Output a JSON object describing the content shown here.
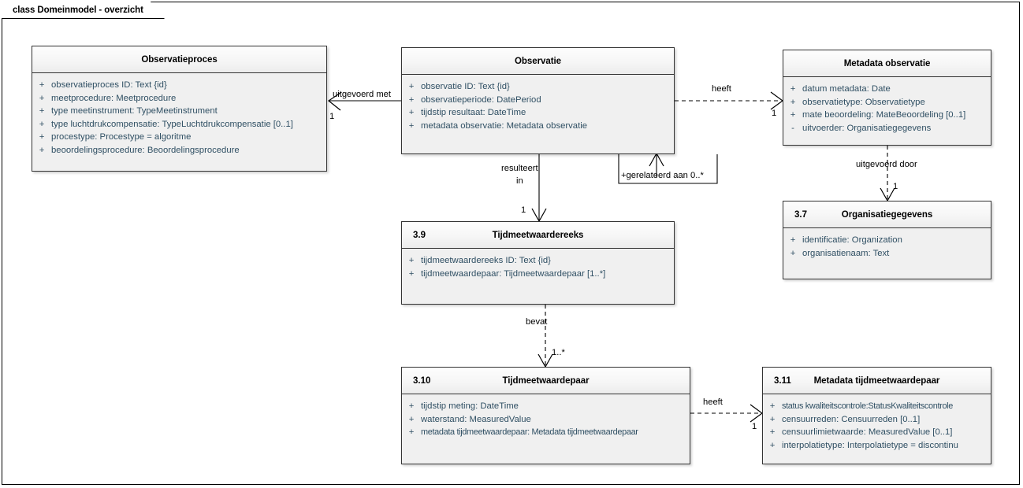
{
  "diagram": {
    "tab_label": "class Domeinmodel - overzicht",
    "type": "uml-class-diagram",
    "colors": {
      "background": "#ffffff",
      "box_fill": "#f0f0f0",
      "box_header_fill": "#f6f6f6",
      "box_border": "#333333",
      "attribute_text": "#2f4f63",
      "title_text": "#000000",
      "connector": "#000000"
    }
  },
  "classes": [
    {
      "id": "observatieproces",
      "number": "",
      "title": "Observatieproces",
      "attributes": [
        {
          "visibility": "+",
          "signature": "observatieproces ID: Text {id}"
        },
        {
          "visibility": "+",
          "signature": "meetprocedure: Meetprocedure"
        },
        {
          "visibility": "+",
          "signature": "type meetinstrument: TypeMeetinstrument"
        },
        {
          "visibility": "+",
          "signature": "type luchtdrukcompensatie: TypeLuchtdrukcompensatie [0..1]"
        },
        {
          "visibility": "+",
          "signature": "procestype: Procestype = algoritme"
        },
        {
          "visibility": "+",
          "signature": "beoordelingsprocedure: Beoordelingsprocedure"
        }
      ]
    },
    {
      "id": "observatie",
      "number": "",
      "title": "Observatie",
      "attributes": [
        {
          "visibility": "+",
          "signature": "observatie ID: Text {id}"
        },
        {
          "visibility": "+",
          "signature": "observatieperiode: DatePeriod"
        },
        {
          "visibility": "+",
          "signature": "tijdstip resultaat: DateTime"
        },
        {
          "visibility": "+",
          "signature": "metadata observatie: Metadata observatie"
        }
      ]
    },
    {
      "id": "metadata-observatie",
      "number": "",
      "title": "Metadata observatie",
      "attributes": [
        {
          "visibility": "+",
          "signature": "datum metadata: Date"
        },
        {
          "visibility": "+",
          "signature": "observatietype: Observatietype"
        },
        {
          "visibility": "+",
          "signature": "mate beoordeling: MateBeoordeling [0..1]"
        },
        {
          "visibility": "-",
          "signature": "uitvoerder: Organisatiegegevens"
        }
      ]
    },
    {
      "id": "organisatiegegevens",
      "number": "3.7",
      "title": "Organisatiegegevens",
      "attributes": [
        {
          "visibility": "+",
          "signature": "identificatie: Organization"
        },
        {
          "visibility": "+",
          "signature": "organisatienaam: Text"
        }
      ]
    },
    {
      "id": "tijdmeetwaardereeks",
      "number": "3.9",
      "title": "Tijdmeetwaardereeks",
      "attributes": [
        {
          "visibility": "+",
          "signature": "tijdmeetwaardereeks ID: Text {id}"
        },
        {
          "visibility": "+",
          "signature": "tijdmeetwaardepaar: Tijdmeetwaardepaar [1..*]"
        }
      ]
    },
    {
      "id": "tijdmeetwaardepaar",
      "number": "3.10",
      "title": "Tijdmeetwaardepaar",
      "attributes": [
        {
          "visibility": "+",
          "signature": "tijdstip meting: DateTime"
        },
        {
          "visibility": "+",
          "signature": "waterstand: MeasuredValue"
        },
        {
          "visibility": "+",
          "signature": "metadata tijdmeetwaardepaar: Metadata tijdmeetwaardepaar"
        }
      ]
    },
    {
      "id": "metadata-tijdmeetwaardepaar",
      "number": "3.11",
      "title": "Metadata tijdmeetwaardepaar",
      "attributes": [
        {
          "visibility": "+",
          "signature": "status kwaliteitscontrole:StatusKwaliteitscontrole"
        },
        {
          "visibility": "+",
          "signature": "censuurreden: Censuurreden [0..1]"
        },
        {
          "visibility": "+",
          "signature": "censuurlimietwaarde: MeasuredValue [0..1]"
        },
        {
          "visibility": "+",
          "signature": "interpolatietype: Interpolatietype = discontinu"
        }
      ]
    }
  ],
  "connectors": [
    {
      "id": "uitgevoerd-met",
      "label": "uitgevoerd met",
      "multiplicity": "1",
      "style": "solid",
      "from": "observatie",
      "to": "observatieproces"
    },
    {
      "id": "heeft-metadata-observatie",
      "label": "heeft",
      "multiplicity": "1",
      "style": "dashed",
      "from": "observatie",
      "to": "metadata-observatie"
    },
    {
      "id": "gerelateerd-aan",
      "label": "+gerelateerd aan 0..*",
      "multiplicity": "",
      "style": "solid",
      "from": "observatie",
      "to": "observatie"
    },
    {
      "id": "resulteert-in",
      "label_line1": "resulteert",
      "label_line2": "in",
      "multiplicity": "1",
      "style": "solid",
      "from": "observatie",
      "to": "tijdmeetwaardereeks"
    },
    {
      "id": "uitgevoerd-door",
      "label": "uitgevoerd door",
      "multiplicity": "1",
      "style": "dashed",
      "from": "metadata-observatie",
      "to": "organisatiegegevens"
    },
    {
      "id": "bevat",
      "label": "bevat",
      "multiplicity": "1..*",
      "style": "dashed",
      "from": "tijdmeetwaardereeks",
      "to": "tijdmeetwaardepaar"
    },
    {
      "id": "heeft-metadata-tijdmeetwaardepaar",
      "label": "heeft",
      "multiplicity": "1",
      "style": "dashed",
      "from": "tijdmeetwaardepaar",
      "to": "metadata-tijdmeetwaardepaar"
    }
  ]
}
